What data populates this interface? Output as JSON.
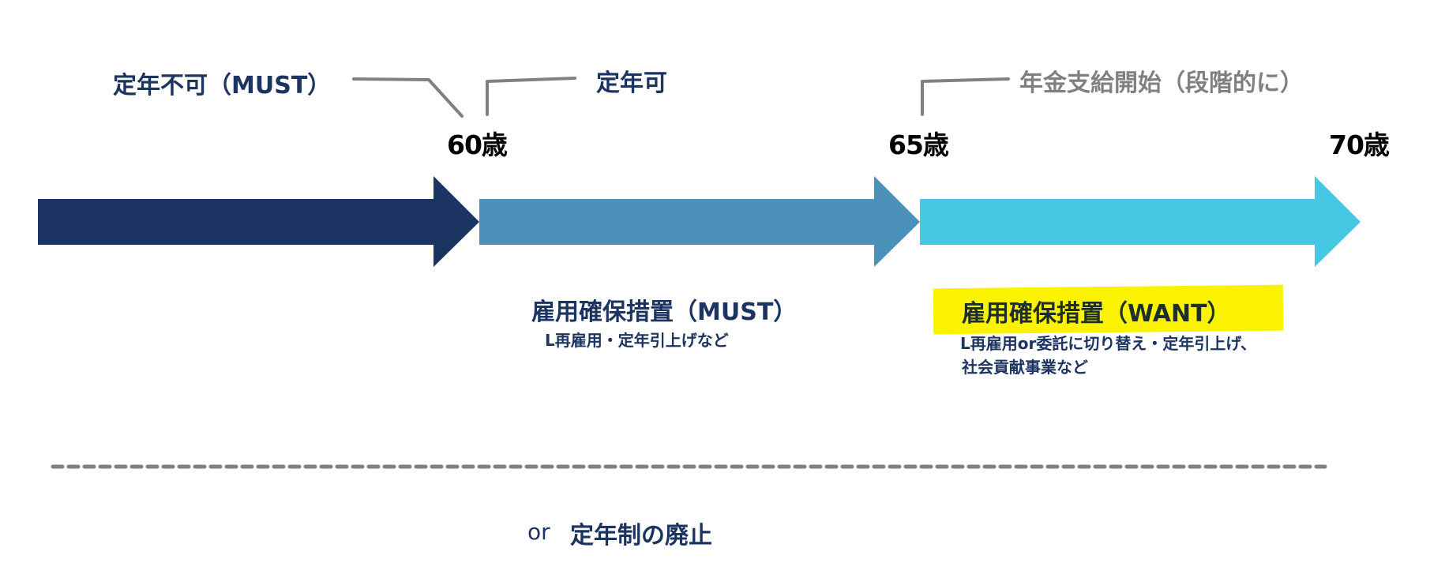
{
  "colors": {
    "navy": "#1C3461",
    "mid_blue": "#4A90B8",
    "cyan": "#46C8E4",
    "connector_gray": "#808080",
    "highlight_yellow": "#FAF200"
  },
  "labels": {
    "no_retirement_must": "定年不可（MUST）",
    "retirement_allowed": "定年可",
    "pension_start": "年金支給開始（段階的に）"
  },
  "ages": {
    "age60": "60歳",
    "age65": "65歳",
    "age70": "70歳"
  },
  "timeline": {
    "segments": [
      {
        "name": "before-60",
        "color": "#1C3461"
      },
      {
        "name": "60-to-65",
        "color": "#4A90B8"
      },
      {
        "name": "65-to-70",
        "color": "#46C8E4"
      }
    ]
  },
  "measures": {
    "must": {
      "title": "雇用確保措置（MUST）",
      "detail": "L再雇用・定年引上げなど"
    },
    "want": {
      "title": "雇用確保措置（WANT）",
      "detail_line1": " L再雇用or委託に切り替え・定年引上げ、",
      "detail_line2": "社会貢献事業など",
      "highlighted": true
    }
  },
  "alternative": {
    "prefix": "or",
    "text": "定年制の廃止"
  }
}
